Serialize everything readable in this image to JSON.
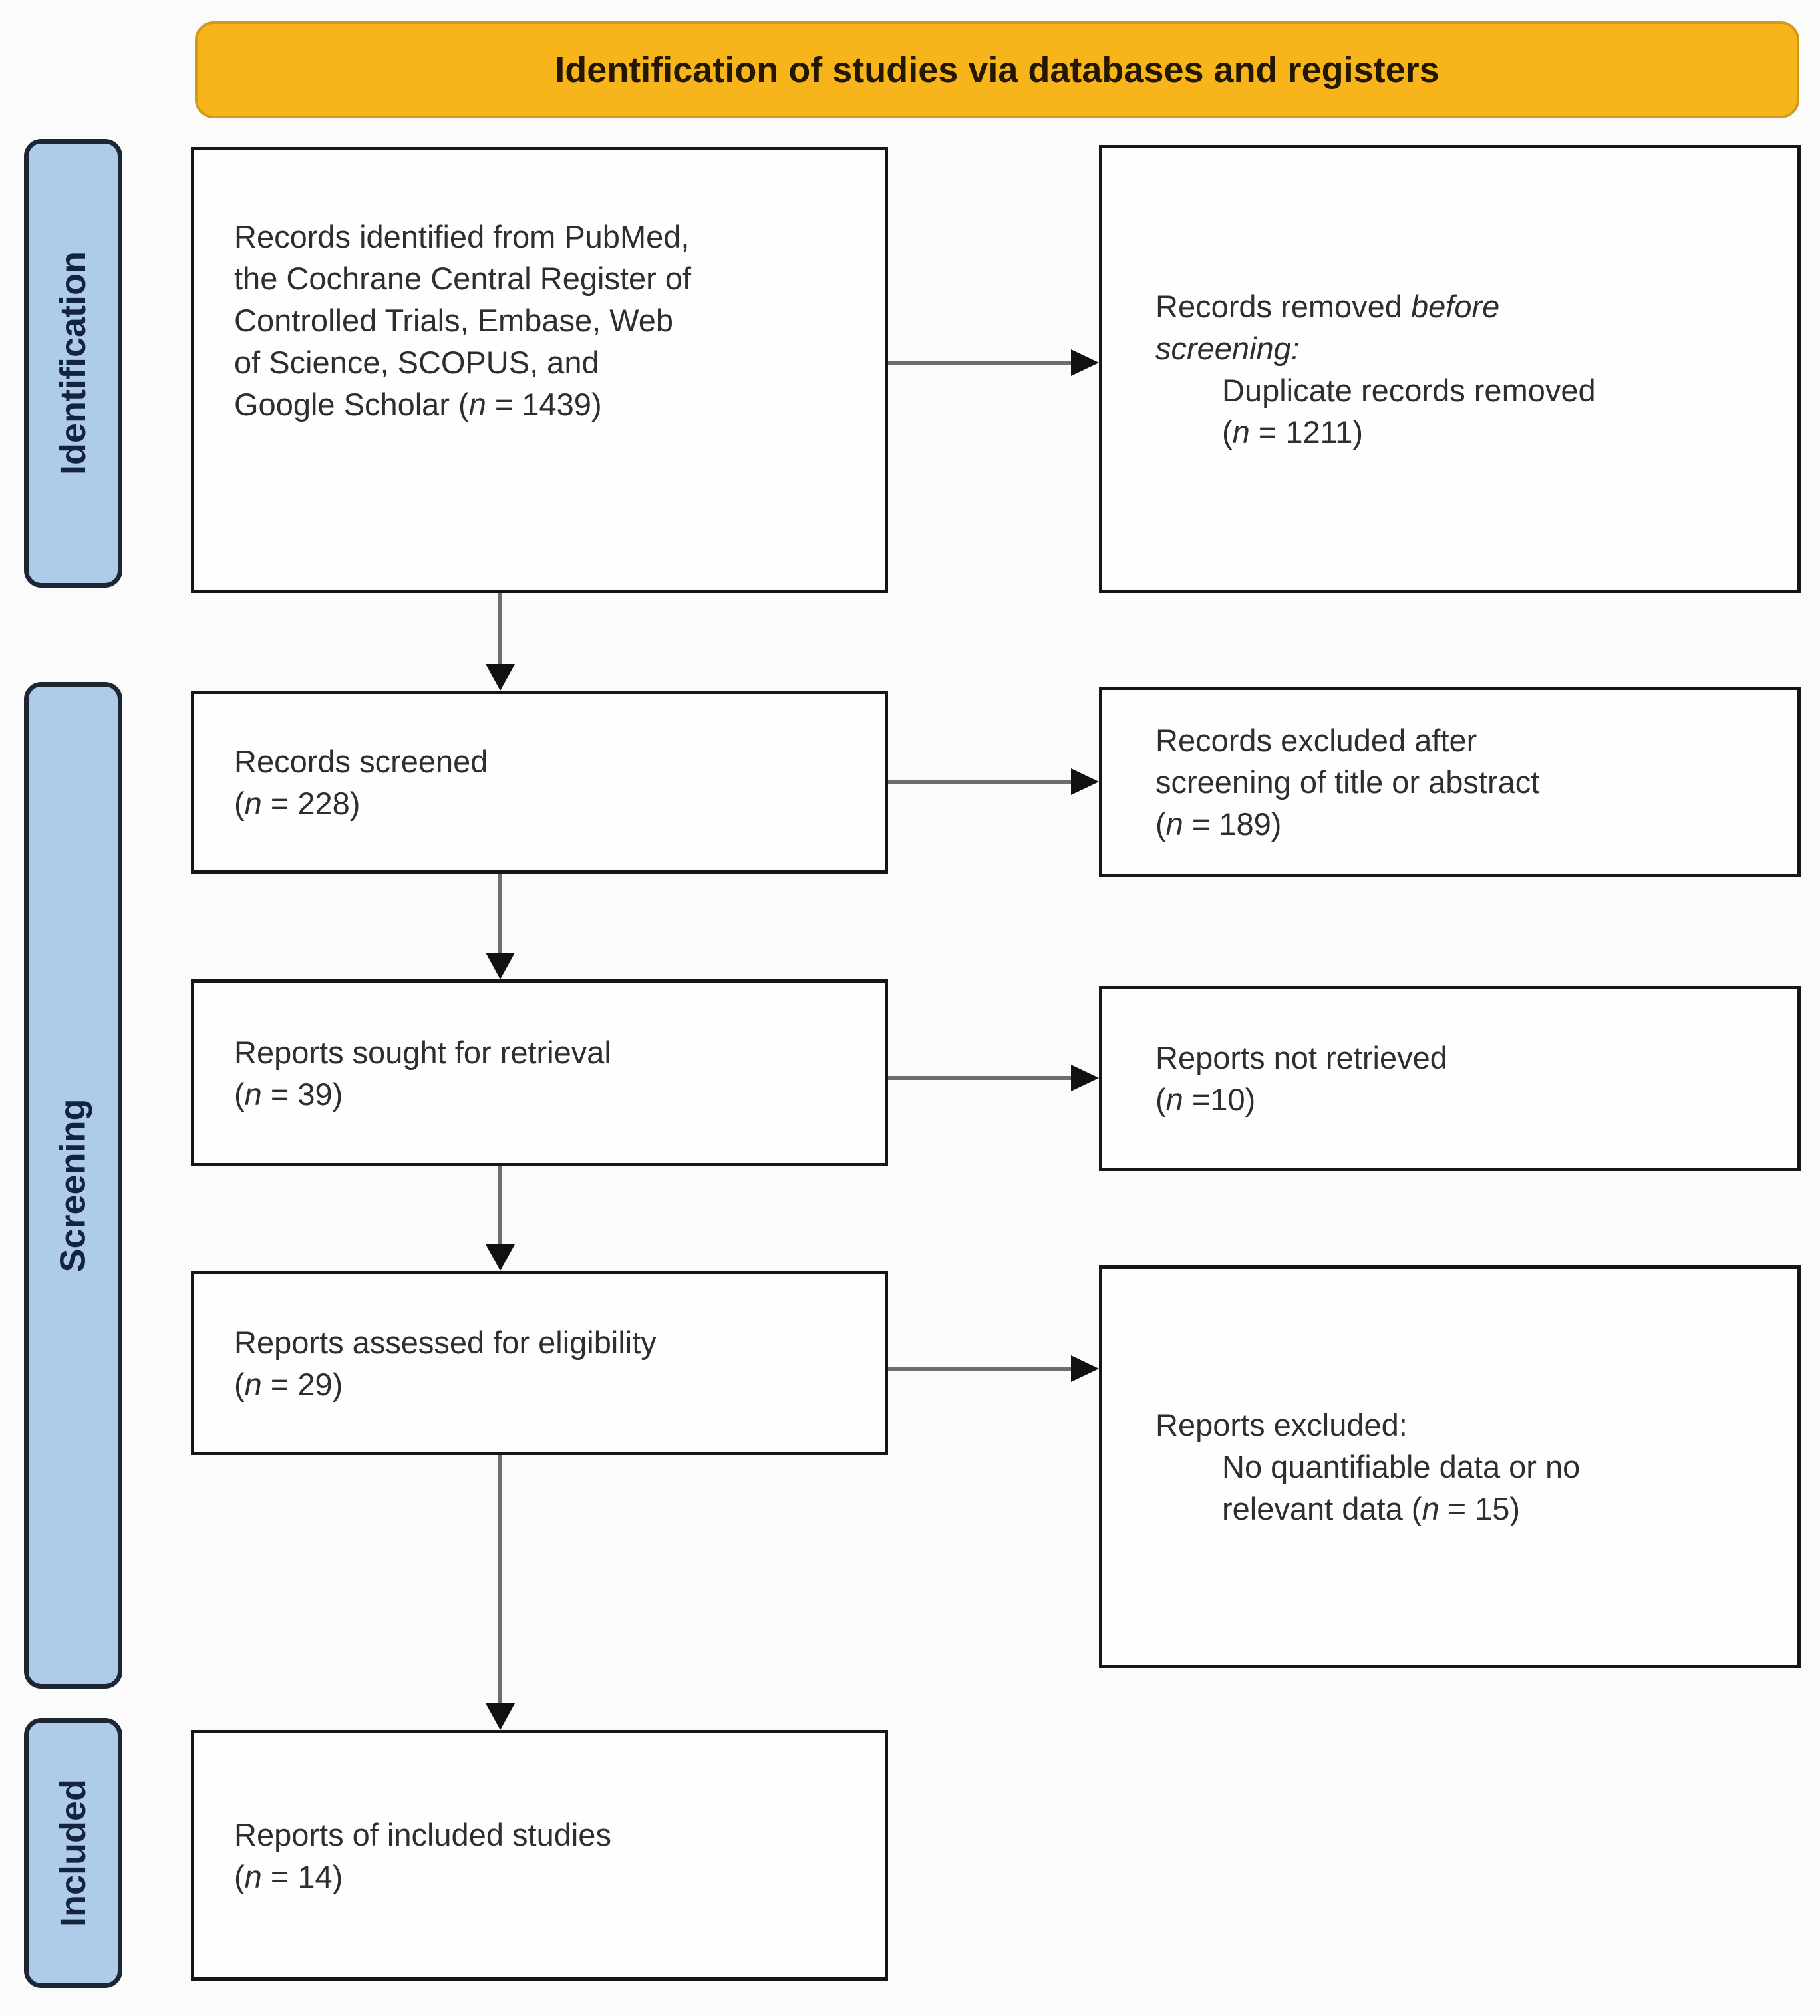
{
  "header": {
    "title": "Identification of studies via databases and registers"
  },
  "sidebar": {
    "identification": "Identification",
    "screening": "Screening",
    "included": "Included"
  },
  "boxes": {
    "records_identified": {
      "lines": [
        {
          "segments": [
            {
              "text": "Records identified from PubMed,"
            }
          ]
        },
        {
          "segments": [
            {
              "text": "the Cochrane Central Register of"
            }
          ]
        },
        {
          "segments": [
            {
              "text": "Controlled Trials, Embase, Web"
            }
          ]
        },
        {
          "segments": [
            {
              "text": "of Science, SCOPUS, and"
            }
          ]
        },
        {
          "segments": [
            {
              "text": "Google Scholar ("
            },
            {
              "text": "n",
              "italic": true
            },
            {
              "text": " = 1439)"
            }
          ]
        }
      ]
    },
    "records_removed": {
      "lines": [
        {
          "segments": [
            {
              "text": "Records removed "
            },
            {
              "text": "before",
              "italic": true
            }
          ]
        },
        {
          "segments": [
            {
              "text": "screening:",
              "italic": true
            }
          ]
        },
        {
          "indent": true,
          "segments": [
            {
              "text": "Duplicate records removed"
            }
          ]
        },
        {
          "indent": true,
          "segments": [
            {
              "text": "("
            },
            {
              "text": "n",
              "italic": true
            },
            {
              "text": " = 1211)"
            }
          ]
        }
      ]
    },
    "records_screened": {
      "lines": [
        {
          "segments": [
            {
              "text": "Records screened"
            }
          ]
        },
        {
          "segments": [
            {
              "text": "("
            },
            {
              "text": "n",
              "italic": true
            },
            {
              "text": " = 228)"
            }
          ]
        }
      ]
    },
    "records_excluded": {
      "lines": [
        {
          "segments": [
            {
              "text": "Records excluded after"
            }
          ]
        },
        {
          "segments": [
            {
              "text": "screening of title or abstract"
            }
          ]
        },
        {
          "segments": [
            {
              "text": "("
            },
            {
              "text": "n",
              "italic": true
            },
            {
              "text": " = 189)"
            }
          ]
        }
      ]
    },
    "reports_sought": {
      "lines": [
        {
          "segments": [
            {
              "text": "Reports sought for retrieval"
            }
          ]
        },
        {
          "segments": [
            {
              "text": "("
            },
            {
              "text": "n",
              "italic": true
            },
            {
              "text": " = 39)"
            }
          ]
        }
      ]
    },
    "reports_not_retrieved": {
      "lines": [
        {
          "segments": [
            {
              "text": "Reports not retrieved"
            }
          ]
        },
        {
          "segments": [
            {
              "text": "("
            },
            {
              "text": "n",
              "italic": true
            },
            {
              "text": " =10)"
            }
          ]
        }
      ]
    },
    "reports_assessed": {
      "lines": [
        {
          "segments": [
            {
              "text": "Reports assessed for eligibility"
            }
          ]
        },
        {
          "segments": [
            {
              "text": "("
            },
            {
              "text": "n",
              "italic": true
            },
            {
              "text": " = 29)"
            }
          ]
        }
      ]
    },
    "reports_excluded": {
      "lines": [
        {
          "segments": [
            {
              "text": "Reports excluded:"
            }
          ]
        },
        {
          "indent": true,
          "segments": [
            {
              "text": "No quantifiable data or no"
            }
          ]
        },
        {
          "indent": true,
          "segments": [
            {
              "text": "relevant data ("
            },
            {
              "text": "n",
              "italic": true
            },
            {
              "text": " = 15)"
            }
          ]
        }
      ]
    },
    "included_studies": {
      "lines": [
        {
          "segments": [
            {
              "text": "Reports of included studies"
            }
          ]
        },
        {
          "segments": [
            {
              "text": "("
            },
            {
              "text": "n",
              "italic": true
            },
            {
              "text": " = 14)"
            }
          ]
        }
      ]
    }
  },
  "colors": {
    "header_fill": "#F8B41B",
    "header_border": "#D09A1E",
    "header_text": "#221700",
    "sidebar_fill": "#AECBEA",
    "sidebar_border": "#1C2733",
    "sidebar_text": "#14243E",
    "box_border": "#161616",
    "body_text": "#2E2E2E",
    "arrow_line": "#6E6E6E",
    "arrow_head": "#111111"
  }
}
